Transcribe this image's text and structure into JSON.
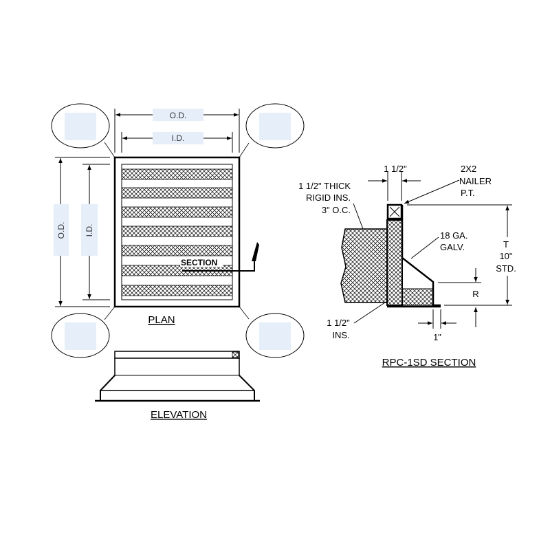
{
  "plan": {
    "od_top": "O.D.",
    "id_top": "I.D.",
    "od_side": "O.D.",
    "id_side": "I.D.",
    "section_label": "SECTION",
    "title": "PLAN"
  },
  "elevation": {
    "title": "ELEVATION"
  },
  "section": {
    "title": "RPC-1SD SECTION",
    "dim_top": "1 1/2\"",
    "nailer": [
      "2X2",
      "NAILER",
      "P.T."
    ],
    "rigid_ins": [
      "1 1/2\" THICK",
      "RIGID INS.",
      "3\" O.C."
    ],
    "galv": [
      "18 GA.",
      "GALV."
    ],
    "height": [
      "T",
      "10\"",
      "STD."
    ],
    "r_label": "R",
    "ins_bottom": [
      "1 1/2\"",
      "INS."
    ],
    "dim_bottom": "1\""
  },
  "colors": {
    "label_box": "#e6eefa",
    "hatch": "#000000"
  }
}
